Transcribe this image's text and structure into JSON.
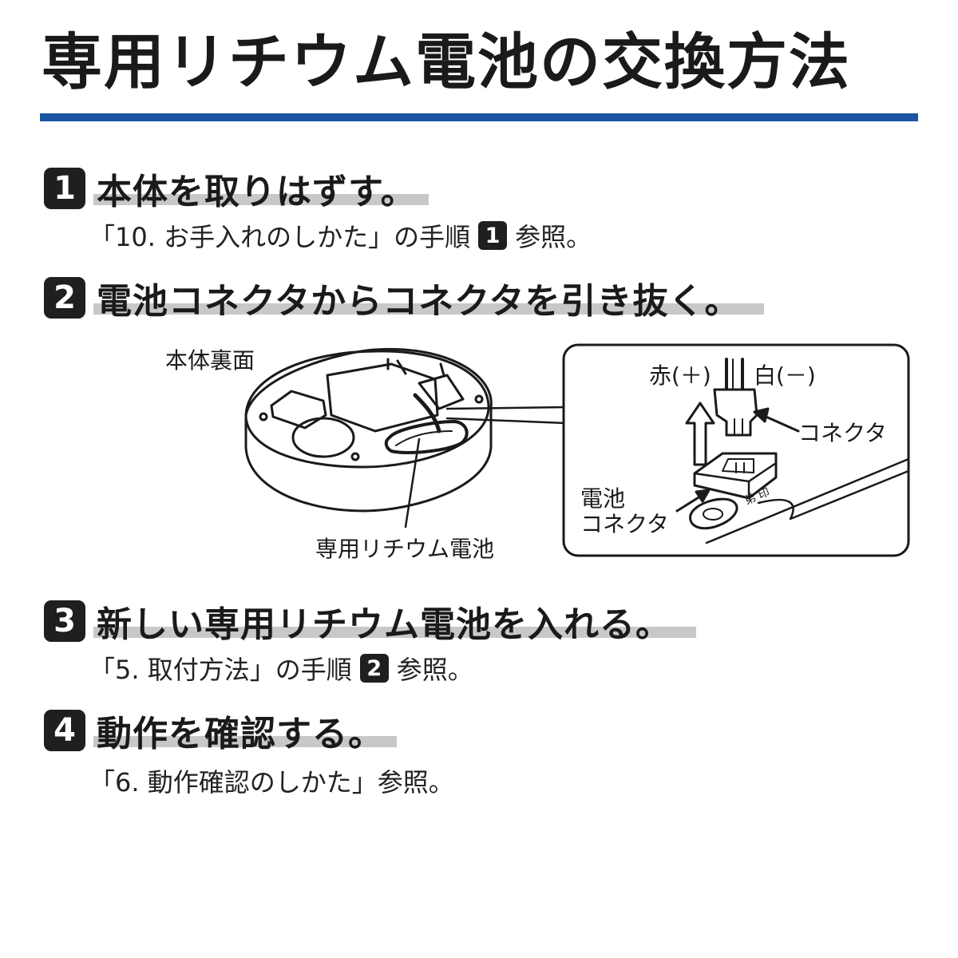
{
  "title": "専用リチウム電池の交換方法",
  "colors": {
    "accent_rule": "#1a55a3",
    "badge": "#1f1f1f",
    "underline": "#c8c8c8"
  },
  "steps": [
    {
      "number": "1",
      "text": "本体を取りはずす。",
      "note": {
        "before": "「10. お手入れのしかた」の手順",
        "ref": "1",
        "after": "参照。"
      }
    },
    {
      "number": "2",
      "text": "電池コネクタからコネクタを引き抜く。"
    },
    {
      "number": "3",
      "text": "新しい専用リチウム電池を入れる。",
      "note": {
        "before": "「5. 取付方法」の手順",
        "ref": "2",
        "after": "参照。"
      }
    },
    {
      "number": "4",
      "text": "動作を確認する。",
      "note": {
        "before": "「6. 動作確認のしかた」参照。"
      }
    }
  ],
  "diagram": {
    "body_back_label": "本体裏面",
    "battery_label": "専用リチウム電池",
    "red_label": "赤(＋)",
    "white_label": "白(－)",
    "connector_label": "コネクタ",
    "battery_connector_label_1": "電池",
    "battery_connector_label_2": "コネクタ",
    "mark_label": "弟 印"
  }
}
